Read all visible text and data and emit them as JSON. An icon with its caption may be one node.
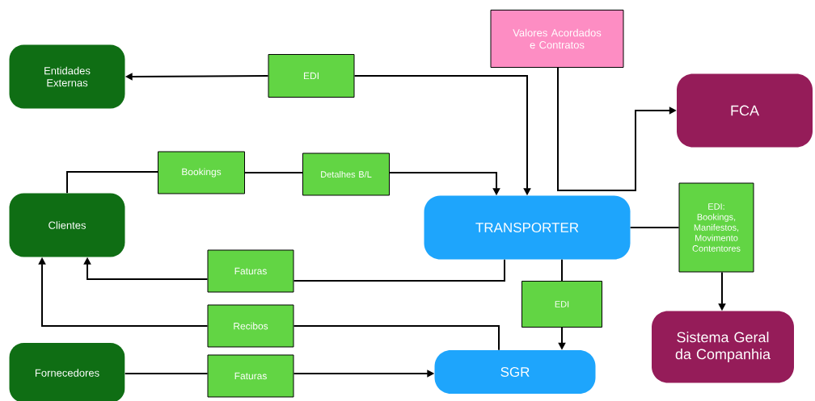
{
  "diagram": {
    "nodes": [
      {
        "text": [
          "Entidades Externas"
        ]
      },
      {
        "text": [
          "Valores Acordados e Contratos"
        ]
      },
      {
        "text": [
          "EDI"
        ]
      },
      {
        "text": [
          "FCA"
        ]
      },
      {
        "text": [
          "Bookings"
        ]
      },
      {
        "text": [
          "Detalhes B/L"
        ]
      },
      {
        "text": [
          "Clientes"
        ]
      },
      {
        "text": [
          "TRANSPORTER"
        ]
      },
      {
        "text": [
          "EDI: Bookings, Manifestos, Movimento Contentores"
        ]
      },
      {
        "text": [
          "Faturas"
        ]
      },
      {
        "text": [
          "EDI"
        ]
      },
      {
        "text": [
          "Recibos"
        ]
      },
      {
        "text": [
          "Sistema Geral da Companhia"
        ]
      },
      {
        "text": [
          "Fornecedores"
        ]
      },
      {
        "text": [
          "Faturas"
        ]
      },
      {
        "text": [
          "SGR"
        ]
      }
    ],
    "edges": [
      {
        "from": 2,
        "to": 0,
        "arrow": "to"
      },
      {
        "from": 2,
        "to": 7,
        "arrow": "to"
      },
      {
        "from": 6,
        "to": 4,
        "arrow": "none"
      },
      {
        "from": 4,
        "to": 5,
        "arrow": "none"
      },
      {
        "from": 5,
        "to": 7,
        "arrow": "to"
      },
      {
        "from": 1,
        "to": 3,
        "arrow": "to"
      },
      {
        "from": 7,
        "to": 8,
        "arrow": "none"
      },
      {
        "from": 8,
        "to": 12,
        "arrow": "to"
      },
      {
        "from": 7,
        "to": 9,
        "arrow": "none"
      },
      {
        "from": 9,
        "to": 6,
        "arrow": "to"
      },
      {
        "from": 7,
        "to": 10,
        "arrow": "none"
      },
      {
        "from": 10,
        "to": 15,
        "arrow": "to"
      },
      {
        "from": 15,
        "to": 11,
        "arrow": "none"
      },
      {
        "from": 11,
        "to": 6,
        "arrow": "to"
      },
      {
        "from": 13,
        "to": 14,
        "arrow": "none"
      },
      {
        "from": 14,
        "to": 15,
        "arrow": "to"
      }
    ]
  }
}
